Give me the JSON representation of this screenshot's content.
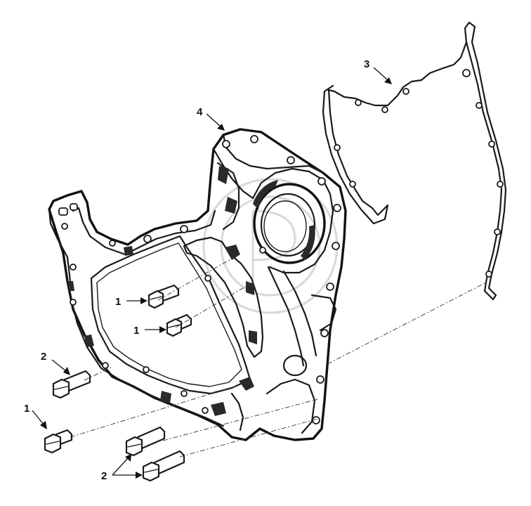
{
  "callouts": {
    "c1a": "1",
    "c1b": "1",
    "c1c": "1",
    "c2a": "2",
    "c2b": "2",
    "c3": "3",
    "c4": "4"
  }
}
